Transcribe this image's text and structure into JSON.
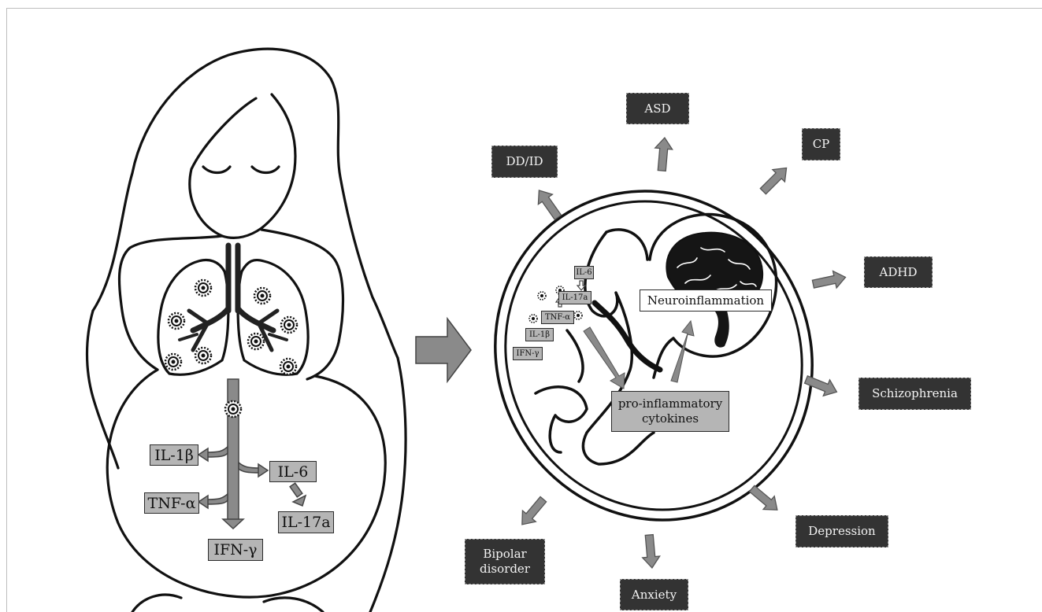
{
  "maternal_cytokines": {
    "il1b": "IL-1β",
    "il6": "IL-6",
    "tnfa": "TNF-α",
    "il17a": "IL-17a",
    "ifng": "IFN-γ"
  },
  "fetal_cytokines": {
    "il6": "IL-6",
    "il17a": "IL-17a",
    "tnfa": "TNF-α",
    "il1b": "IL-1β",
    "ifng": "IFN-γ"
  },
  "fetus": {
    "neuroinflammation": "Neuroinflammation",
    "proinflammatory_line1": "pro-inflammatory",
    "proinflammatory_line2": "cytokines"
  },
  "outcomes": {
    "asd": "ASD",
    "ddid": "DD/ID",
    "cp": "CP",
    "adhd": "ADHD",
    "schizophrenia": "Schizophrenia",
    "depression": "Depression",
    "anxiety": "Anxiety",
    "bipolar_line1": "Bipolar",
    "bipolar_line2": "disorder"
  },
  "colors": {
    "outcome_box": "#333333",
    "cytokine_box": "#b5b5b5",
    "arrow": "#8a8a8a",
    "line": "#111111"
  }
}
